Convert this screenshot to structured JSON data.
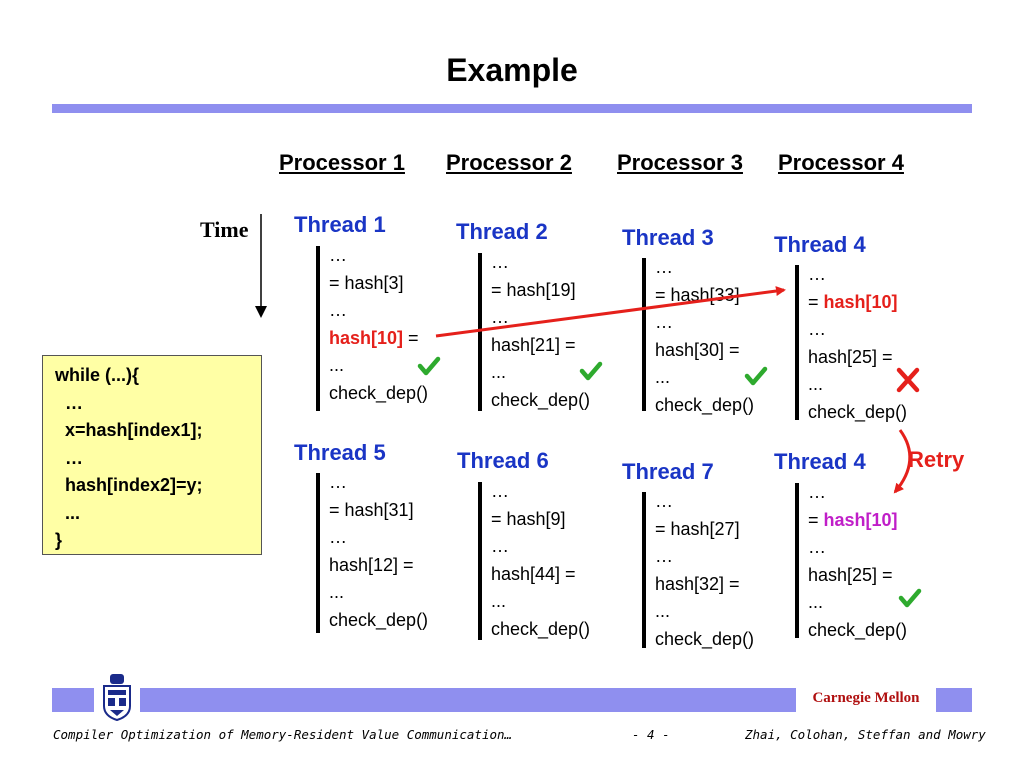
{
  "title": "Example",
  "processors": [
    "Processor 1",
    "Processor 2",
    "Processor 3",
    "Processor 4"
  ],
  "time_label": "Time",
  "code_box": {
    "lines": [
      "while (...){",
      "  …",
      "  x=hash[index1];",
      "  …",
      "  hash[index2]=y;",
      "  ...",
      "}"
    ]
  },
  "threads": [
    {
      "title": "Thread 1",
      "lines": [
        "…",
        "= hash[3]",
        "…",
        "hash[10] =",
        "...",
        "check_dep()"
      ],
      "highlight": {
        "line": 3,
        "text": "hash[10]",
        "color": "#e5201b"
      },
      "status": "check"
    },
    {
      "title": "Thread 2",
      "lines": [
        "…",
        "= hash[19]",
        "…",
        "hash[21] =",
        "...",
        "check_dep()"
      ],
      "status": "check"
    },
    {
      "title": "Thread 3",
      "lines": [
        "…",
        "= hash[33]",
        "…",
        "hash[30] =",
        "...",
        "check_dep()"
      ],
      "status": "check"
    },
    {
      "title": "Thread 4",
      "lines": [
        "…",
        "= hash[10]",
        "…",
        "hash[25] =",
        "...",
        "check_dep()"
      ],
      "highlight": {
        "line": 1,
        "text": "hash[10]",
        "color": "#e5201b"
      },
      "status": "cross"
    },
    {
      "title": "Thread 5",
      "lines": [
        "…",
        "= hash[31]",
        "…",
        "hash[12] =",
        "...",
        "check_dep()"
      ]
    },
    {
      "title": "Thread 6",
      "lines": [
        "…",
        "= hash[9]",
        "…",
        "hash[44] =",
        "...",
        "check_dep()"
      ]
    },
    {
      "title": "Thread 7",
      "lines": [
        "…",
        "= hash[27]",
        "…",
        "hash[32] =",
        "...",
        "check_dep()"
      ]
    },
    {
      "title": "Thread 4",
      "lines": [
        "…",
        "= hash[10]",
        "…",
        "hash[25] =",
        "...",
        "check_dep()"
      ],
      "highlight": {
        "line": 1,
        "text": "hash[10]",
        "color": "#c01ec8"
      },
      "status": "check"
    }
  ],
  "retry_label": "Retry",
  "colors": {
    "accent_bar": "#8f8fef",
    "thread_title": "#1a35c5",
    "dependency_arrow": "#e5201b",
    "check": "#2eaa2e",
    "cross": "#e5201b",
    "code_box_bg": "#ffffa5"
  },
  "icons": {
    "status_ok": "check-icon",
    "status_fail": "cross-icon",
    "logo": "university-crest-icon"
  },
  "footer": {
    "affiliation": "Carnegie Mellon",
    "talk_title": "Compiler Optimization of Memory-Resident Value Communication…",
    "page": "- 4 -",
    "authors": "Zhai, Colohan, Steffan and Mowry"
  }
}
